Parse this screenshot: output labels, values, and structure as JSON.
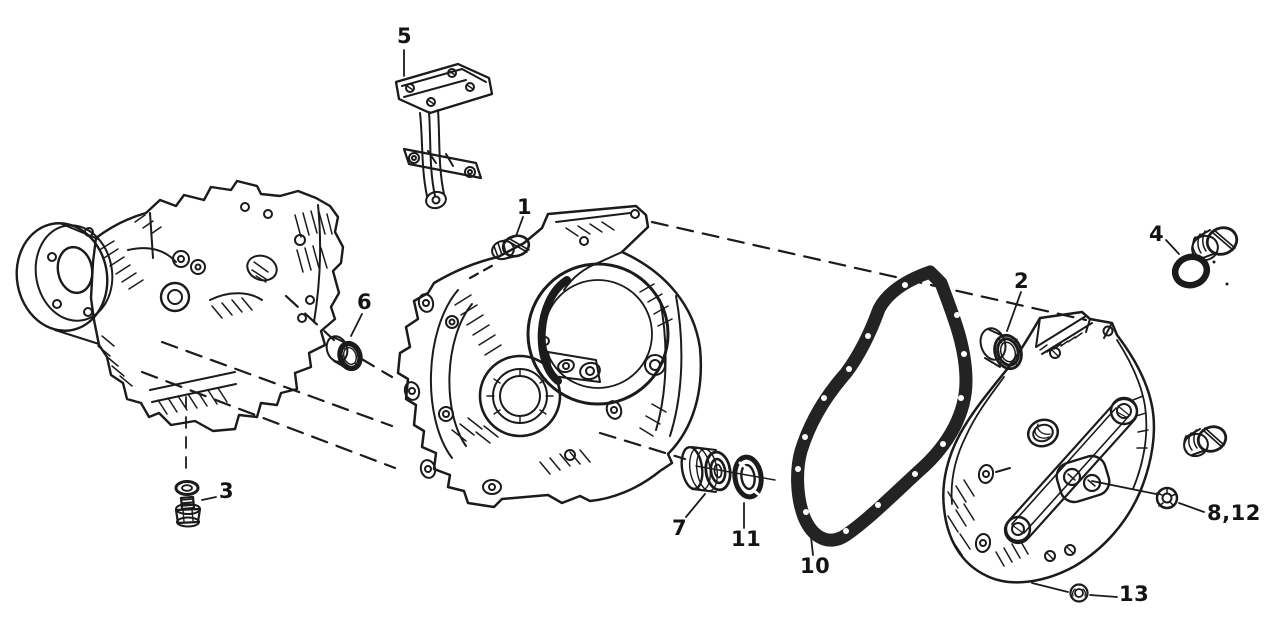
{
  "diagram": {
    "background_color": "#ffffff",
    "ink_color": "#1b1b1b",
    "callouts": [
      {
        "label": "5"
      },
      {
        "label": "1"
      },
      {
        "label": "6"
      },
      {
        "label": "3"
      },
      {
        "label": "7"
      },
      {
        "label": "11"
      },
      {
        "label": "10"
      },
      {
        "label": "2"
      },
      {
        "label": "4"
      },
      {
        "label": "8,12"
      },
      {
        "label": "13"
      }
    ]
  }
}
